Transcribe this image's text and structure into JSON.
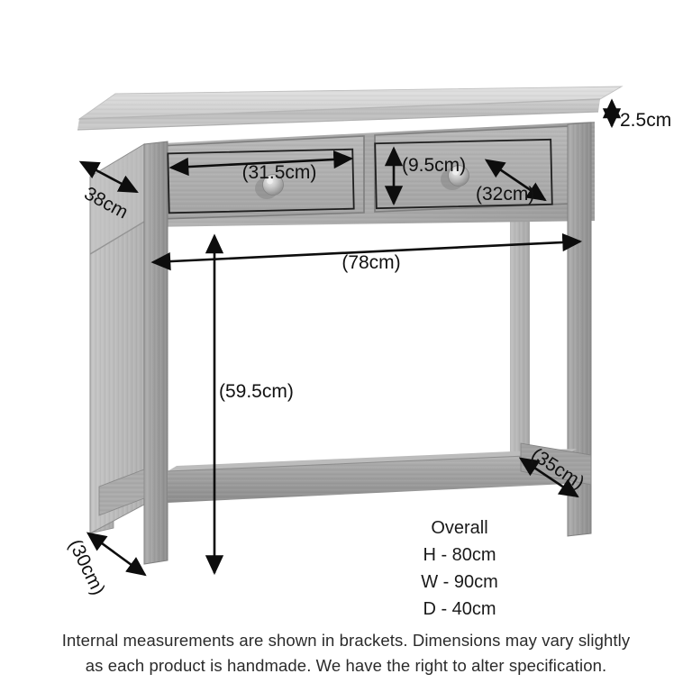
{
  "product": {
    "type": "console-table",
    "description": "Two-drawer console table with lower shelf stretcher, shown in grayscale perspective"
  },
  "dimensions": {
    "top_thickness": "2.5cm",
    "side_depth": "38cm",
    "drawer_internal_width": "(31.5cm)",
    "drawer_internal_height": "(9.5cm)",
    "drawer_internal_depth": "(32cm)",
    "internal_width": "(78cm)",
    "internal_height": "(59.5cm)",
    "shelf_internal_depth": "(35cm)",
    "foot_internal_depth": "(30cm)"
  },
  "overall": {
    "heading": "Overall",
    "height": "H - 80cm",
    "width": "W - 90cm",
    "depth": "D - 40cm"
  },
  "footnote": {
    "line1": "Internal measurements are shown in brackets. Dimensions may vary slightly",
    "line2": "as each product is handmade. We have the right to alter specification."
  },
  "colors": {
    "background": "#ffffff",
    "annotation": "#0d0d0d",
    "text": "#1a1a1a",
    "wood_top_light": "#dcdcdc",
    "wood_top_mid": "#c9c9c9",
    "wood_apron": "#a8a8a8",
    "wood_drawer": "#b0b0b0",
    "wood_leg": "#9e9e9e",
    "wood_leg_dark": "#8a8a8a",
    "wood_shelf": "#9a9a9a",
    "knob": "#c4c4c4"
  }
}
